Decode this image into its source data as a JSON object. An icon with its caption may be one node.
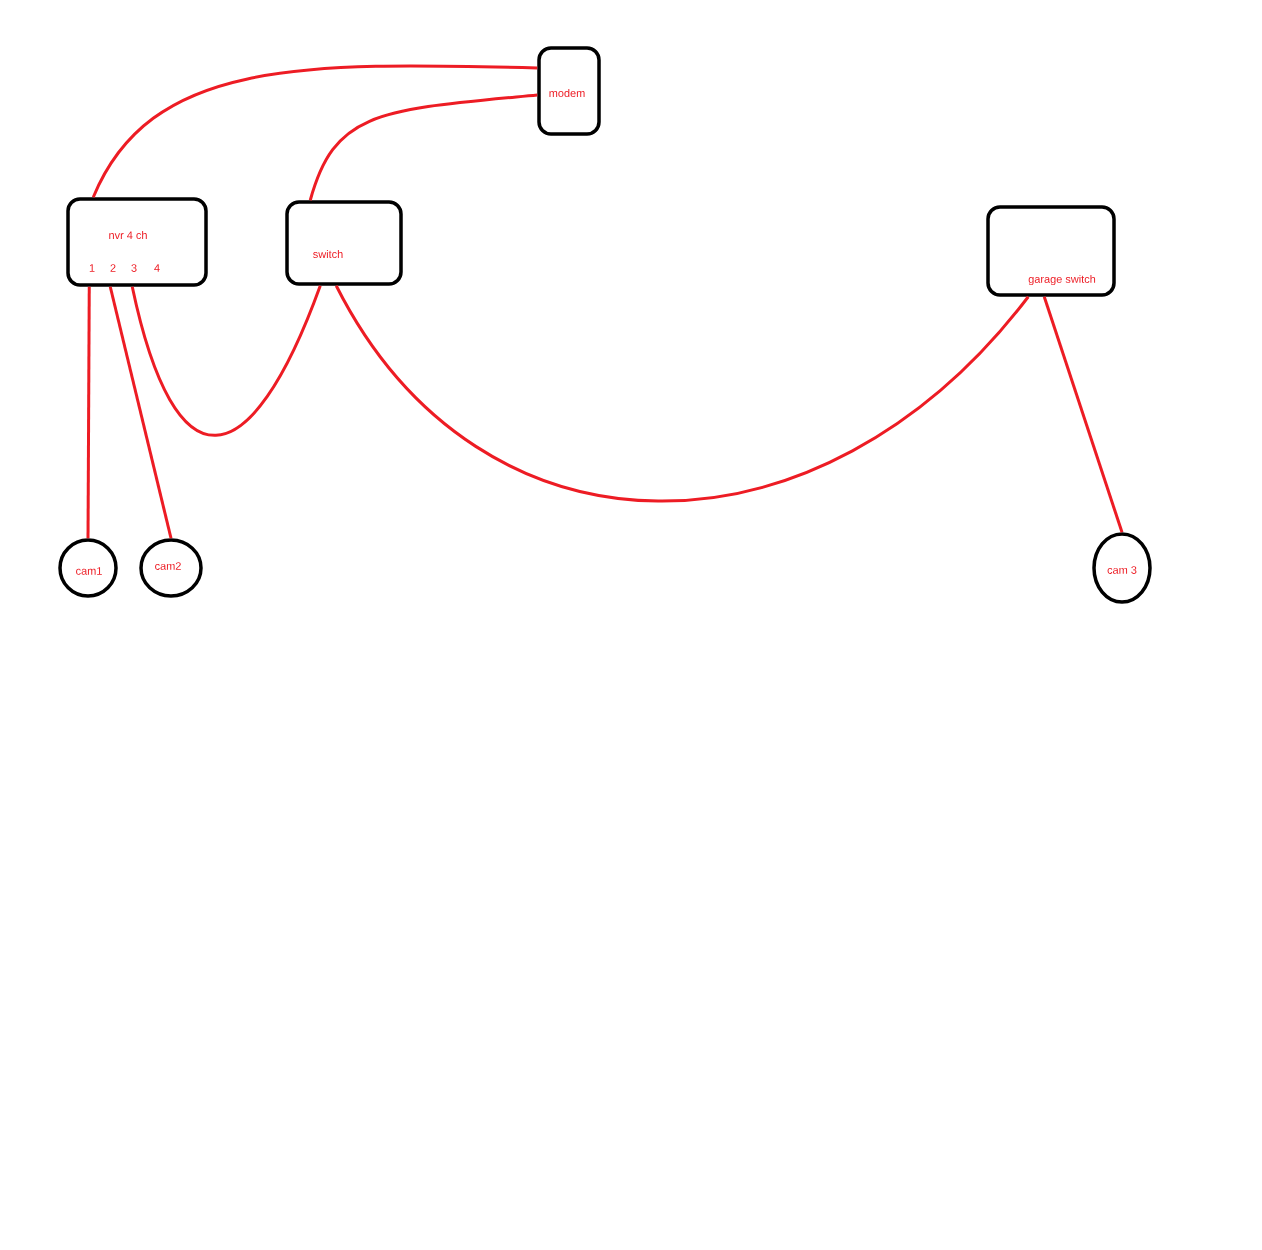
{
  "diagram": {
    "nodes": [
      {
        "text": [
          "modem"
        ]
      },
      {
        "text": [
          "nvr 4 ch",
          "1",
          "2",
          "3",
          "4"
        ]
      },
      {
        "text": [
          "switch"
        ]
      },
      {
        "text": [
          "garage switch"
        ]
      },
      {
        "text": [
          "cam1"
        ]
      },
      {
        "text": [
          "cam2"
        ]
      },
      {
        "text": [
          "cam 3"
        ]
      }
    ],
    "edges": [
      {
        "from": 0,
        "to": 1,
        "arrow": "none"
      },
      {
        "from": 0,
        "to": 2,
        "arrow": "none"
      },
      {
        "from": 1,
        "to": 4,
        "arrow": "none"
      },
      {
        "from": 1,
        "to": 5,
        "arrow": "none"
      },
      {
        "from": 1,
        "to": 2,
        "arrow": "none"
      },
      {
        "from": 2,
        "to": 3,
        "arrow": "none"
      },
      {
        "from": 3,
        "to": 6,
        "arrow": "none"
      }
    ]
  }
}
